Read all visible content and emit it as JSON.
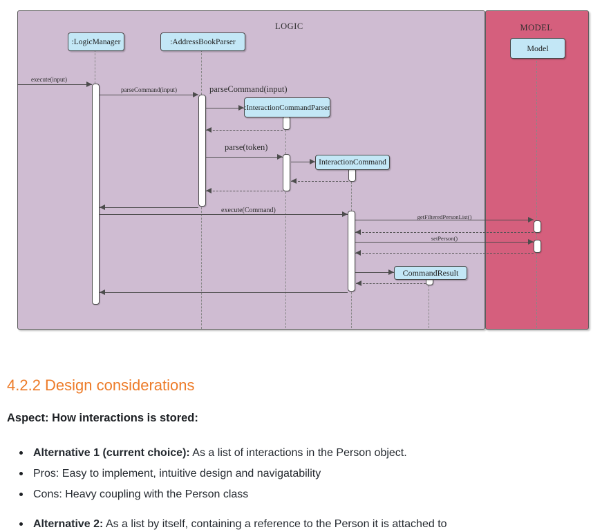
{
  "diagram": {
    "frame_logic_label": "LOGIC",
    "frame_model_label": "MODEL",
    "participants": {
      "logic_manager": ":LogicManager",
      "address_book_parser": ":AddressBookParser",
      "interaction_command_parser": ":InteractionCommandParser",
      "interaction_command": "InteractionCommand",
      "command_result": "CommandResult",
      "model": "Model"
    },
    "messages": {
      "execute_input": "execute(input)",
      "parse_command_small": "parseCommand(input)",
      "parse_command_create": "parseCommand(input)",
      "parse_token": "parse(token)",
      "execute_command": "execute(Command)",
      "get_filtered_person_list": "getFilteredPersonList()",
      "set_person": "setPerson()"
    }
  },
  "content": {
    "heading": "4.2.2 Design considerations",
    "aspect_title": "Aspect: How interactions is stored:",
    "bullets": [
      {
        "bold": "Alternative 1 (current choice):",
        "text": " As a list of interactions in the Person object."
      },
      {
        "bold": "",
        "text": "Pros: Easy to implement, intuitive design and navigatability"
      },
      {
        "bold": "",
        "text": "Cons: Heavy coupling with the Person class"
      }
    ],
    "bullet_cutoff": {
      "bold": "Alternative 2:",
      "text": " As a list by itself, containing a reference to the Person it is attached to"
    }
  },
  "colors": {
    "logic_bg": "#CFBCD2",
    "model_bg": "#D55F7D",
    "participant_bg": "#C3E7F6",
    "heading_orange": "#ED7B28",
    "line_gray": "#4C4C4C"
  }
}
